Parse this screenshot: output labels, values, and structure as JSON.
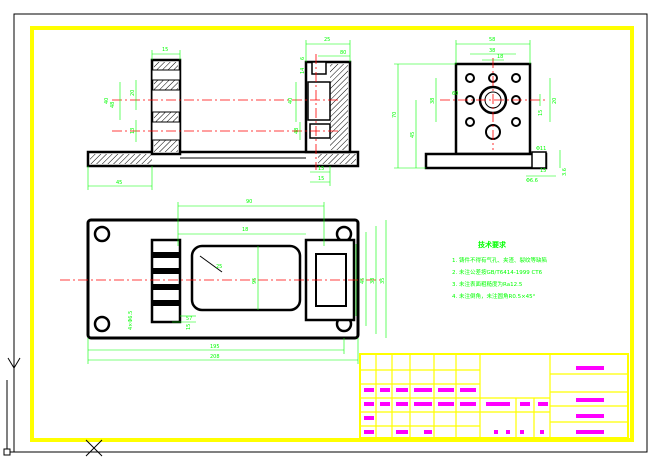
{
  "colors": {
    "background": "#ffffff",
    "frame": "#ffff00",
    "outline": "#000000",
    "dimension": "#00ff00",
    "centerline": "#ff0000",
    "titleblock": "#ff00ff"
  },
  "dimensions": {
    "front_view": [
      "15",
      "25",
      "40",
      "40",
      "20",
      "13",
      "48",
      "48",
      "14",
      "6",
      "80",
      "45",
      "15",
      "15"
    ],
    "side_view": [
      "58",
      "38",
      "18",
      "60",
      "70",
      "45",
      "38",
      "20",
      "15",
      "Φ6.6",
      "Φ11",
      "15",
      "3.6"
    ],
    "top_view": [
      "90",
      "18",
      "95",
      "25",
      "4×Φ6.5",
      "57",
      "15",
      "45",
      "38",
      "35",
      "195",
      "208"
    ]
  },
  "tech_requirements": {
    "heading": "技术要求",
    "items": [
      "1. 铸件不得有气孔、夹渣、裂纹等缺陷",
      "2. 未注公差按GB/T6414-1999 CT6",
      "3. 未注表面粗糙度为Ra12.5",
      "4. 未注倒角，未注圆角R0.5×45°"
    ]
  },
  "ucs": {
    "y_label": "Y",
    "x_label": "X"
  }
}
